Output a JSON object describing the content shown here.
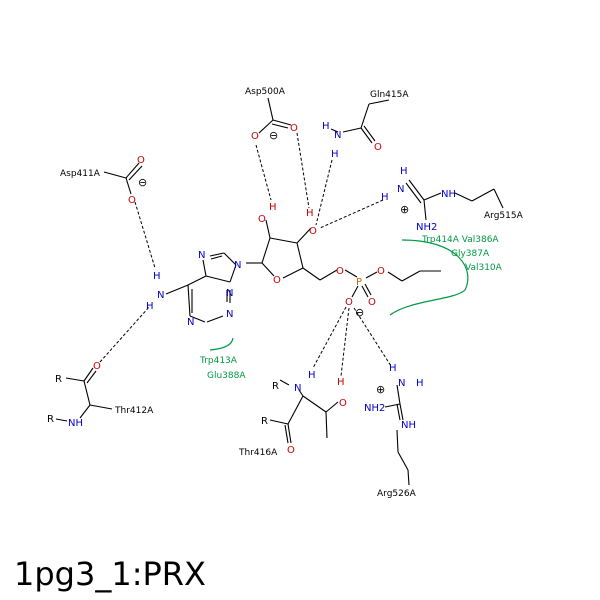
{
  "title": "1pg3_1:PRX",
  "colors": {
    "nitrogen": "#0000cc",
    "oxygen": "#cc0000",
    "phosphorus": "#cc6600",
    "hydrophobic": "#009944",
    "bond": "#000000"
  },
  "residues": {
    "asp500": "Asp500A",
    "gln415": "Gln415A",
    "asp411": "Asp411A",
    "arg515": "Arg515A",
    "thr412": "Thr412A",
    "thr416": "Thr416A",
    "arg526": "Arg526A"
  },
  "hydrophobic_contacts": {
    "right_group": [
      "Trp414A Val386A",
      "Gly387A",
      "Val310A"
    ],
    "left_group": [
      "Trp413A",
      "Glu388A"
    ]
  },
  "atoms": {
    "N": "N",
    "NH": "NH",
    "H": "H",
    "O": "O",
    "P": "P",
    "R": "R",
    "NH2": "NH2",
    "minus": "⊖",
    "plus": "⊕"
  }
}
